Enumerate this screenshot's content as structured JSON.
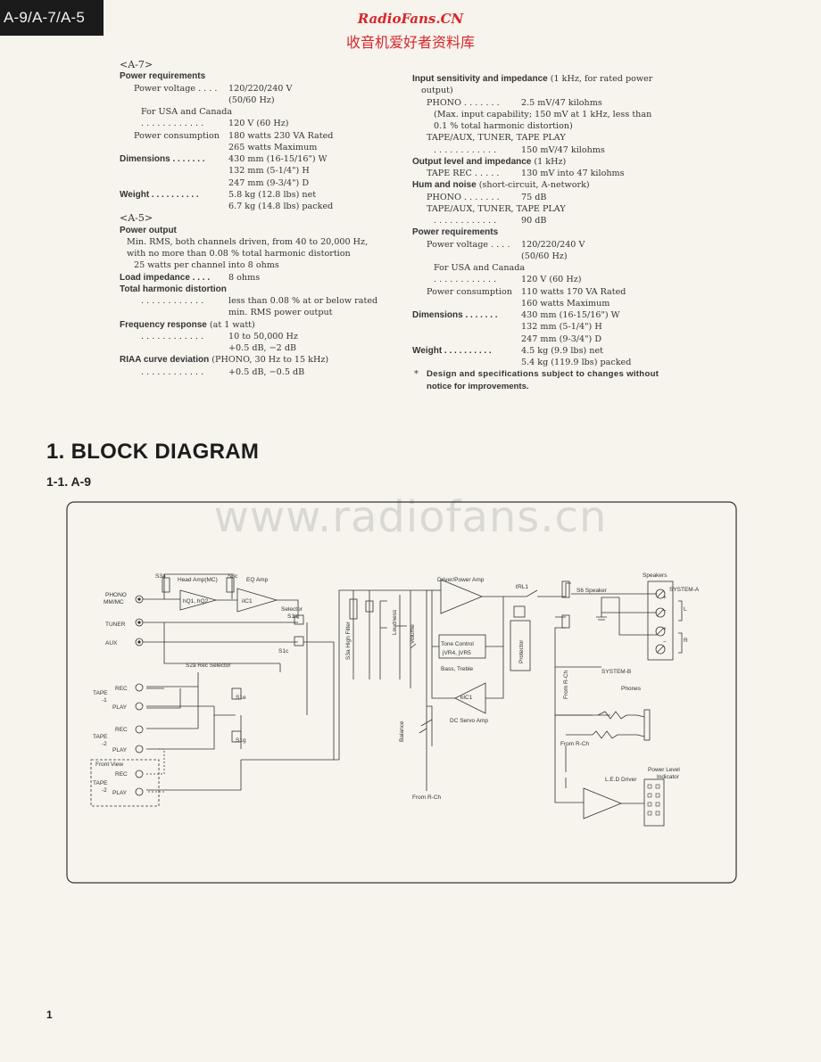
{
  "header": {
    "tag": "A-9/A-7/A-5"
  },
  "watermark": {
    "site": "RadioFans.CN",
    "chinese": "收音机爱好者资料库",
    "url": "www.radiofans.cn"
  },
  "left": {
    "a7": {
      "heading": "<A-7>",
      "power_req": "Power requirements",
      "pv_label": "Power voltage . . . .",
      "pv_value1": "120/220/240 V",
      "pv_value2": "(50/60 Hz)",
      "usa_label": "For USA and Canada",
      "usa_dots": ". . . . . . . . . . . .",
      "usa_value": "120 V (60 Hz)",
      "pc_label": "Power consumption",
      "pc_value1": "180 watts 230 VA Rated",
      "pc_value2": "265 watts Maximum",
      "dim_label": "Dimensions . . . . . . .",
      "dim_w": "430 mm (16-15/16\") W",
      "dim_h": "132 mm (5-1/4\") H",
      "dim_d": "247 mm (9-3/4\") D",
      "weight_label": "Weight . . . . . . . . . .",
      "weight_net": "5.8 kg (12.8 lbs) net",
      "weight_packed": "6.7 kg (14.8 lbs) packed"
    },
    "a5": {
      "heading": "<A-5>",
      "power_output": "Power output",
      "po_line1": "Min. RMS, both channels driven, from 40 to 20,000 Hz,",
      "po_line2": "with no more than 0.08 % total harmonic distortion",
      "po_line3": "25 watts per channel into 8 ohms",
      "load_label": "Load impedance . . . .",
      "load_value": "8 ohms",
      "thd_label": "Total harmonic distortion",
      "thd_dots": ". . . . . . . . . . . .",
      "thd_value1": "less than 0.08 % at or below rated",
      "thd_value2": "min. RMS power output",
      "freq_label": "Frequency response",
      "freq_suffix": " (at 1 watt)",
      "freq_dots": ". . . . . . . . . . . .",
      "freq_value1": "10 to 50,000 Hz",
      "freq_value2": "+0.5 dB, −2 dB",
      "riaa_label": "RIAA curve deviation",
      "riaa_suffix": " (PHONO, 30 Hz to 15 kHz)",
      "riaa_dots": ". . . . . . . . . . . .",
      "riaa_value": "+0.5 dB, −0.5 dB"
    }
  },
  "right": {
    "input_label": "Input sensitivity and impedance",
    "input_suffix": " (1 kHz, for rated power",
    "input_suffix2": "output)",
    "phono_label": "PHONO . . . . . . .",
    "phono_value": "2.5 mV/47 kilohms",
    "phono_note1": "(Max. input capability; 150 mV at 1 kHz, less than",
    "phono_note2": "0.1 % total harmonic distortion)",
    "tape_label": "TAPE/AUX, TUNER, TAPE PLAY",
    "tape_dots": ". . . . . . . . . . . .",
    "tape_value": "150 mV/47 kilohms",
    "output_label": "Output level and impedance",
    "output_suffix": " (1 kHz)",
    "taperec_label": "TAPE REC . . . . .",
    "taperec_value": "130 mV into 47 kilohms",
    "hum_label": "Hum and noise",
    "hum_suffix": " (short-circuit, A-network)",
    "hum_phono_label": "PHONO . . . . . . .",
    "hum_phono_value": "75 dB",
    "hum_tape_label": "TAPE/AUX, TUNER, TAPE PLAY",
    "hum_tape_dots": ". . . . . . . . . . . .",
    "hum_tape_value": "90 dB",
    "power_req": "Power requirements",
    "pv_label": "Power voltage . . . .",
    "pv_value1": "120/220/240 V",
    "pv_value2": "(50/60 Hz)",
    "usa_label": "For USA and Canada",
    "usa_dots": ". . . . . . . . . . . .",
    "usa_value": "120 V (60 Hz)",
    "pc_label": "Power consumption",
    "pc_value1": "110 watts 170 VA Rated",
    "pc_value2": "160 watts Maximum",
    "dim_label": "Dimensions . . . . . . .",
    "dim_w": "430 mm (16-15/16\") W",
    "dim_h": "132 mm (5-1/4\") H",
    "dim_d": "247 mm (9-3/4\") D",
    "weight_label": "Weight . . . . . . . . . .",
    "weight_net": "4.5 kg (9.9 lbs) net",
    "weight_packed": "5.4 kg (119.9 lbs) packed",
    "note_star": "*",
    "note_line1": "Design and specifications subject to changes without",
    "note_line2": "notice for improvements."
  },
  "section": {
    "title": "1. BLOCK DIAGRAM",
    "subtitle": "1-1. A-9"
  },
  "diagram": {
    "phono": "PHONO",
    "mm_mc": "MM/MC",
    "tuner": "TUNER",
    "aux": "AUX",
    "s3a": "S3a",
    "s3c": "S3c",
    "head_amp": "Head Amp(MC)",
    "hq": "hQ1, hQ2",
    "eq_amp": "EQ Amp",
    "ic1": "iIC1",
    "selector": "Selector",
    "s1a": "S1a",
    "s1c": "S1c",
    "s2a": "S2a Rec Selector",
    "s1e": "S1e",
    "s1g": "S1g",
    "tape1": "TAPE",
    "tape1n": "-1",
    "tape2": "TAPE",
    "tape2n": "-2",
    "rec": "REC",
    "play": "PLAY",
    "front_view": "Front View",
    "tape_fv": "TAPE",
    "tape_fvn": "-2",
    "high_filter": "S3a High Filter",
    "loudness": "Loudness",
    "volume": "Volume",
    "balance": "Balance",
    "from_rch": "From R-Ch",
    "driver": "Driver/Power Amp",
    "tone": "Tone Control",
    "tone_vr": "jVR4, jVR5",
    "bass": "Bass, Treble",
    "kic1": "kIC1",
    "dc_servo": "DC Servo Amp",
    "protector": "Protector",
    "rl1": "ℓRL1",
    "s6": "S6 Speaker",
    "speakers": "Speakers",
    "system_a": "SYSTEM-A",
    "system_b": "SYSTEM-B",
    "ch_l": "L",
    "ch_r": "R",
    "plus": "+",
    "minus": "−",
    "from_rch2": "From R-Ch",
    "phones": "Phones",
    "from_rch3": "From R-Ch",
    "led_driver": "L.E.D Driver",
    "power_level": "Power Level",
    "indicator": "Indicator"
  },
  "footer": {
    "page": "1"
  }
}
